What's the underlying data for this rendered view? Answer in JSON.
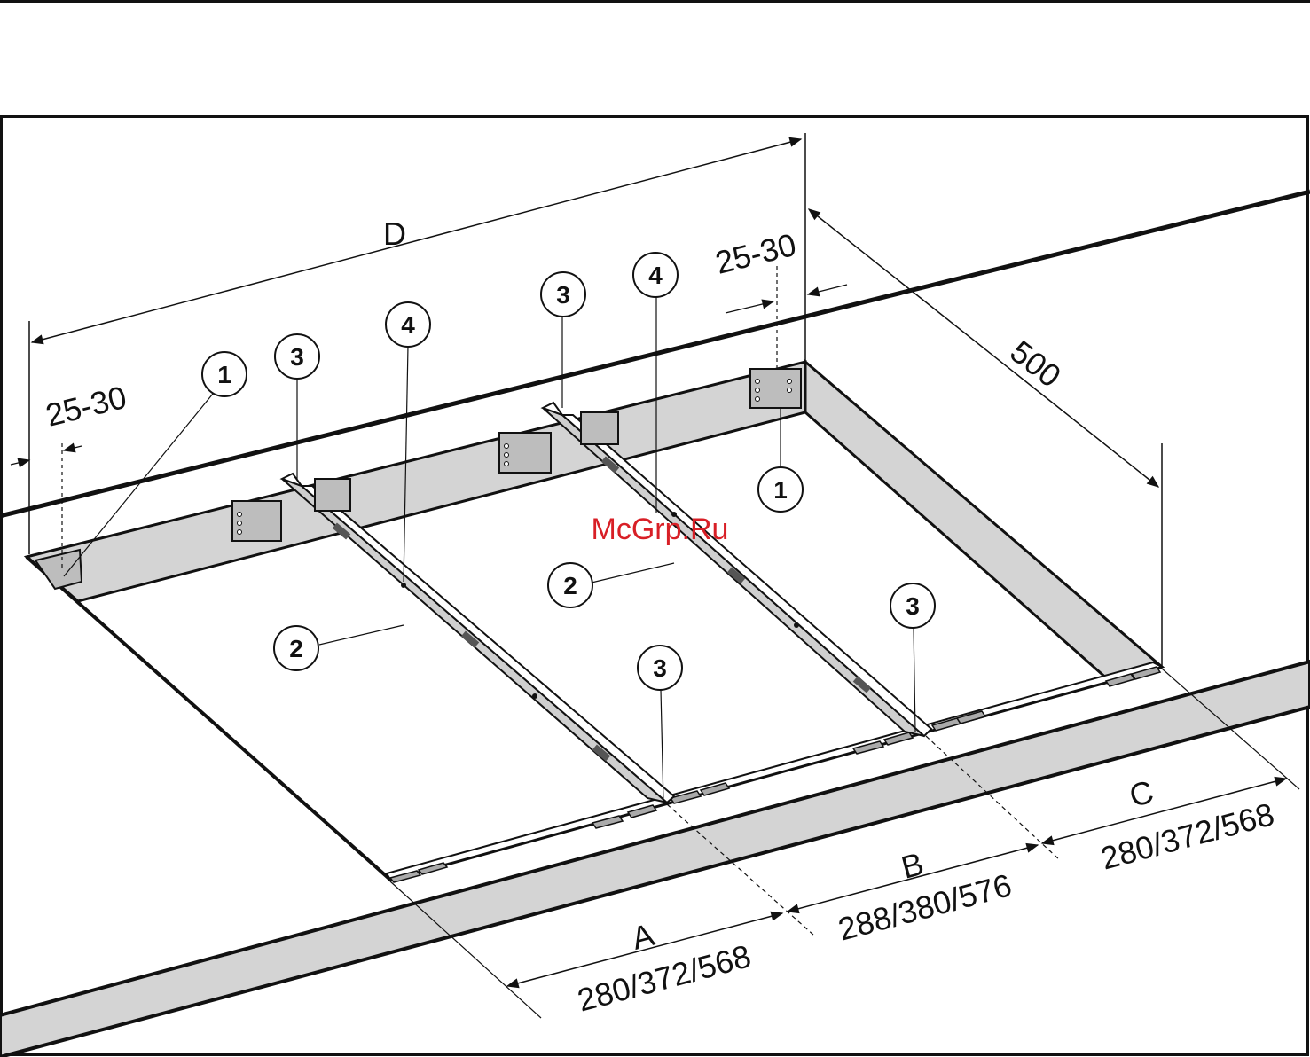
{
  "labels": {
    "D": "D",
    "depth": "500",
    "gap_left": "25-30",
    "gap_right": "25-30",
    "A": "A",
    "A_values": "280/372/568",
    "B": "B",
    "B_values": "288/380/576",
    "C": "C",
    "C_values": "280/372/568"
  },
  "callouts": {
    "c1_left": "1",
    "c1_right": "1",
    "c2_left": "2",
    "c2_right": "2",
    "c3_top_left": "3",
    "c3_top_right": "3",
    "c3_bottom_mid": "3",
    "c3_bottom_right": "3",
    "c4_left": "4",
    "c4_right": "4"
  },
  "watermark": "McGrp.Ru",
  "colors": {
    "line": "#111111",
    "panel": "#d4d4d4",
    "rail": "#cfcfcf",
    "watermark": "#d81f26"
  }
}
